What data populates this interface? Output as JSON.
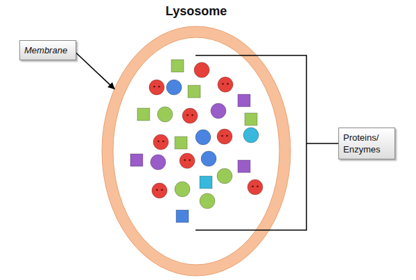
{
  "diagram": {
    "nodes": [
      {
        "text": [
          "Lysosome"
        ]
      },
      {
        "text": [
          "Membrane"
        ]
      },
      {
        "text": [
          "Proteins/ Enzymes"
        ]
      }
    ],
    "edges": [
      {
        "from": 1,
        "to": 0,
        "arrow": "to"
      }
    ]
  }
}
